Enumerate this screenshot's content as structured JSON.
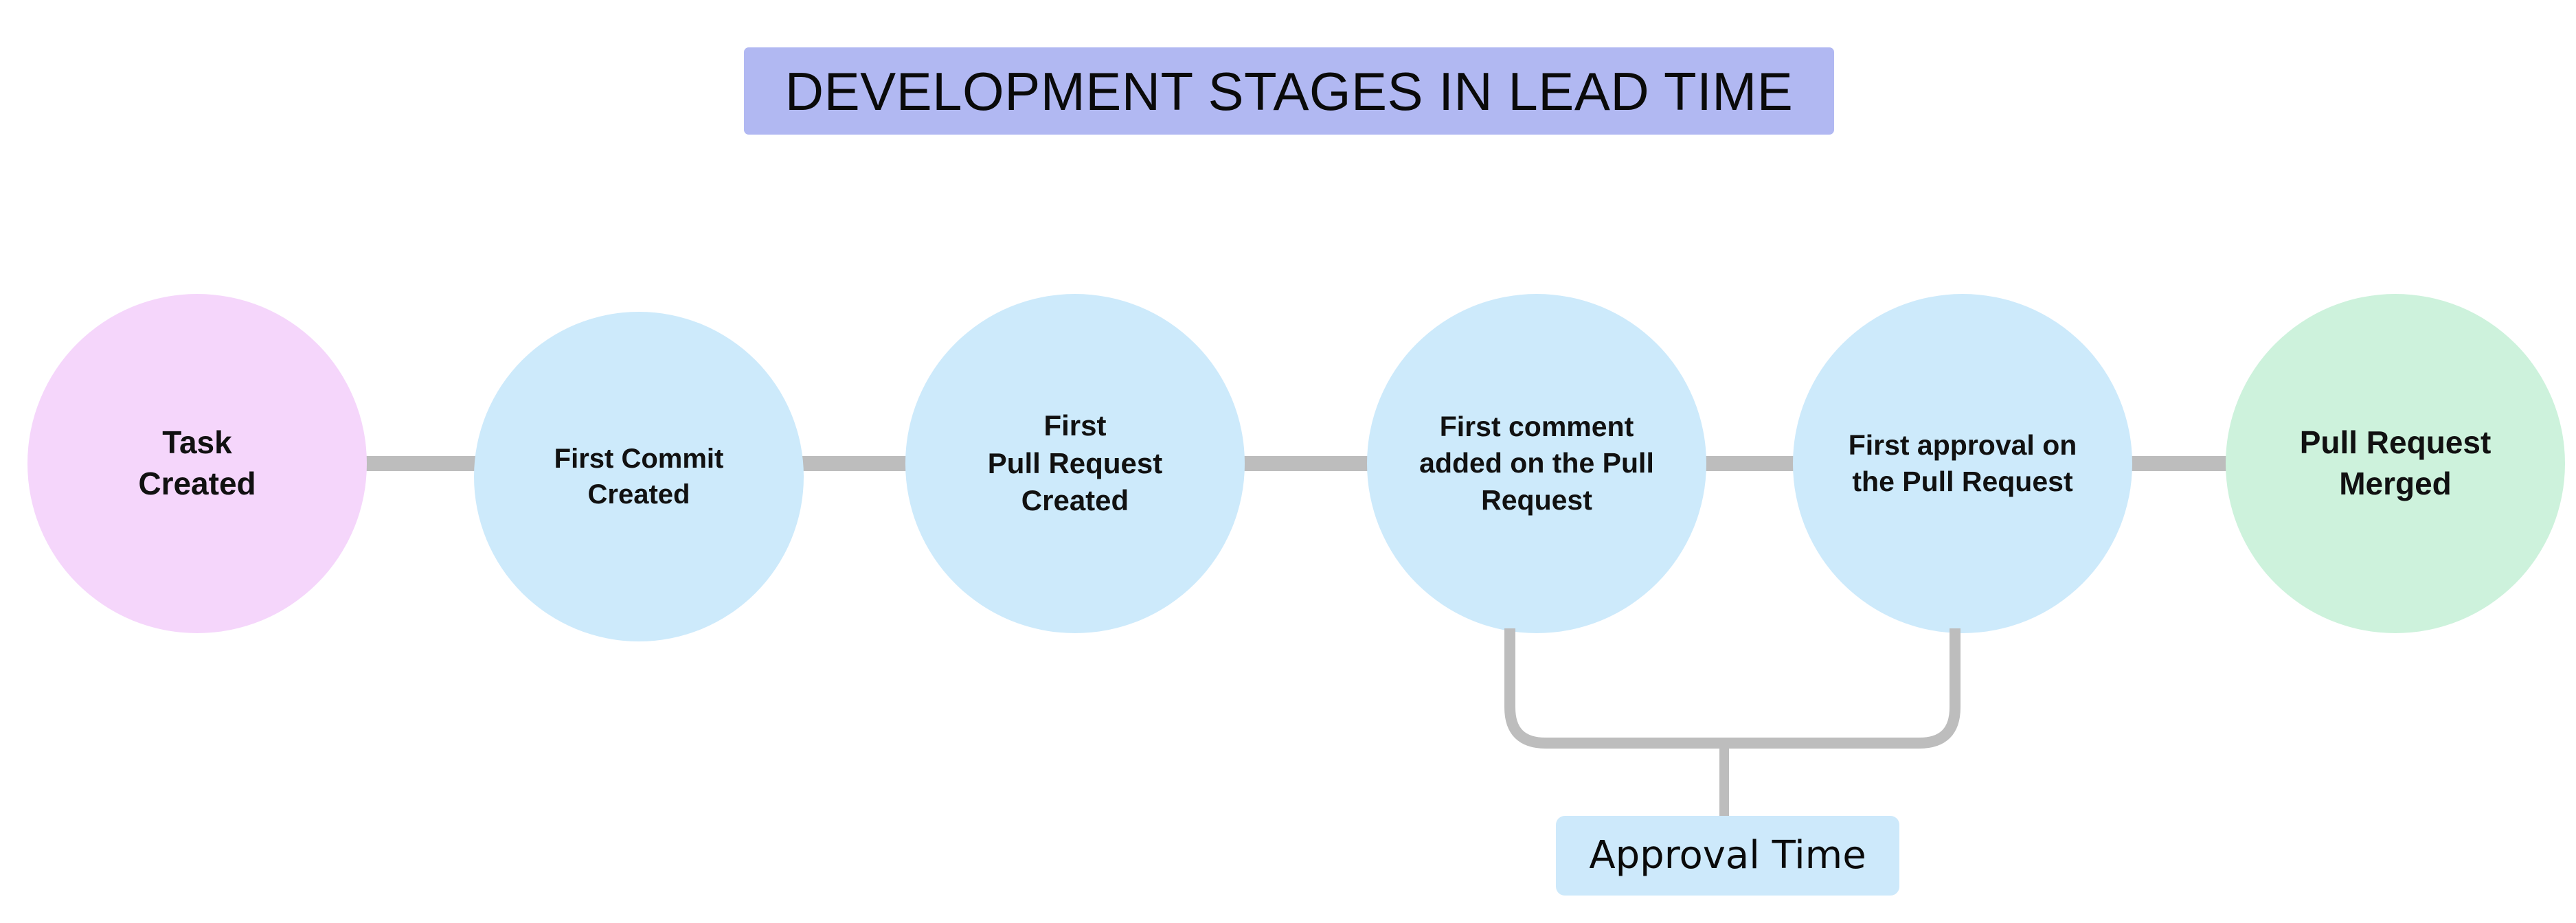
{
  "diagram": {
    "title": "DEVELOPMENT STAGES IN LEAD TIME",
    "title_bg_color": "#b1b8f2",
    "connector_color": "#bdbdbd",
    "background_color": "#ffffff",
    "nodes": [
      {
        "id": "task-created",
        "label": "Task\nCreated",
        "color": "#f5d6fb"
      },
      {
        "id": "first-commit",
        "label": "First Commit\nCreated",
        "color": "#cdeafb"
      },
      {
        "id": "first-pull-request",
        "label": "First\nPull Request\nCreated",
        "color": "#cdeafb"
      },
      {
        "id": "first-comment",
        "label": "First comment\nadded on the Pull\nRequest",
        "color": "#cdeafb"
      },
      {
        "id": "first-approval",
        "label": "First approval on\nthe Pull Request",
        "color": "#cdeafb"
      },
      {
        "id": "pull-request-merged",
        "label": "Pull Request\nMerged",
        "color": "#cdf2dc"
      }
    ],
    "annotation": {
      "label": "Approval Time",
      "bg_color": "#cde9fb",
      "spans_from": "first-comment",
      "spans_to": "first-approval"
    }
  }
}
